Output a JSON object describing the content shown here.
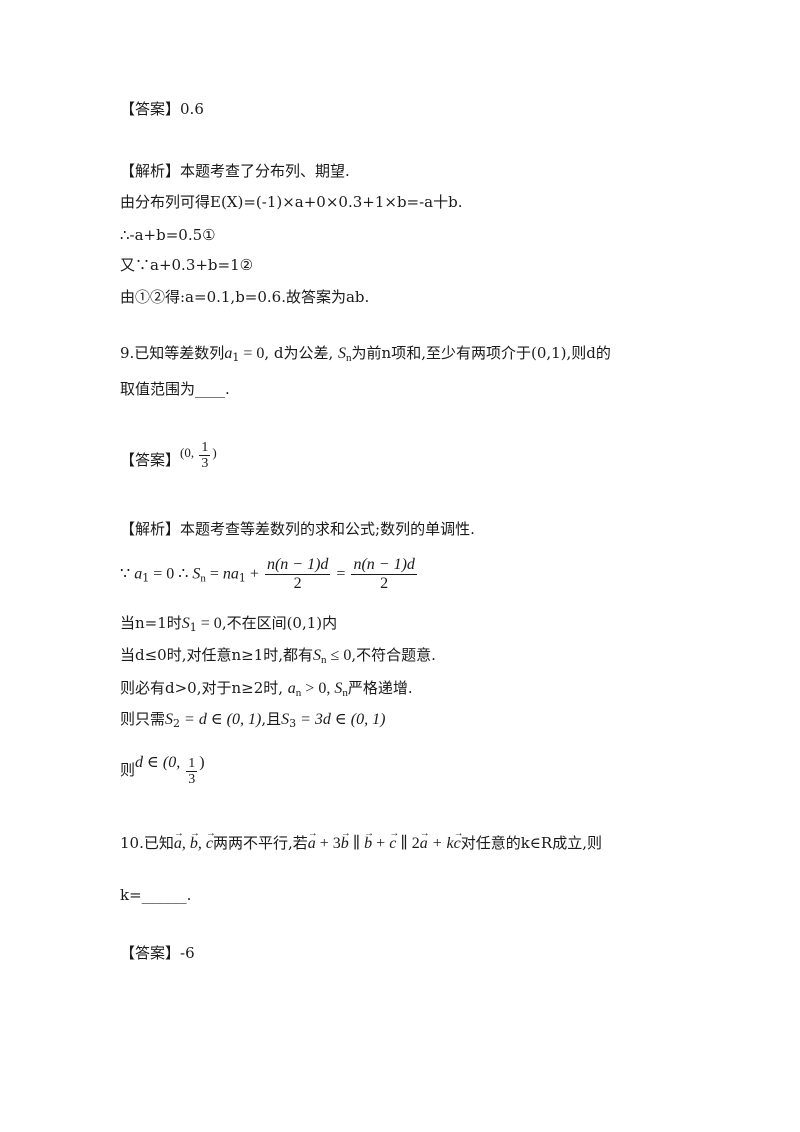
{
  "l1": {
    "label": "【答案】",
    "text": "0.6"
  },
  "l2": {
    "label": "【解析】",
    "text": "本题考查了分布列、期望."
  },
  "l3": {
    "text": "由分布列可得E(X)=(-1)×a+0×0.3+1×b=-a十b."
  },
  "l4": {
    "text": "∴-a+b=0.5①"
  },
  "l5": {
    "text": "又∵a+0.3+b=1②"
  },
  "l6": {
    "text": "由①②得:a=0.1,b=0.6.故答案为ab."
  },
  "q9": {
    "prefix": "9.已知等差数列",
    "a1": "a",
    "a1_sub": "1",
    "a1_eq": " = 0",
    "mid1": ", d为公差, ",
    "sn": "S",
    "sn_sub": "n",
    "mid2": "为前n项和,至少有两项介于(0,1),则d的",
    "line2": "取值范围为____."
  },
  "ans9": {
    "label": "【答案】",
    "open": "(0, ",
    "num": "1",
    "den": "3",
    "close": ")"
  },
  "sol9": {
    "label": "【解析】",
    "text": "本题考查等差数列的求和公式;数列的单调性.",
    "f1": {
      "because": "∵ ",
      "a": "a",
      "a_sub": "1",
      "eq0": " = 0 ∴ ",
      "s": "S",
      "s_sub": "n",
      "eq": " = ",
      "na": "na",
      "na_sub": "1",
      "plus": " + ",
      "num1": "n(n − 1)d",
      "den1": "2",
      "eq2": " = ",
      "num2": "n(n − 1)d",
      "den2": "2"
    },
    "l2": {
      "pre": "当n=1时",
      "s": "S",
      "sub": "1",
      "eq": " = 0",
      "post": ",不在区间(0,1)内"
    },
    "l3": {
      "pre": "当d≤0时,对任意n≥1时,都有",
      "s": "S",
      "sub": "n",
      "eq": " ≤ 0",
      "post": ",不符合题意."
    },
    "l4": {
      "pre": "则必有d>0,对于n≥2时, ",
      "a": "a",
      "a_sub": "n",
      "gt": " > 0, ",
      "s": "S",
      "s_sub": "n",
      "post": "严格递增."
    },
    "l5": {
      "pre": "则只需",
      "s2": "S",
      "s2_sub": "2",
      "eq2": " = d ∈ (0, 1)",
      "mid": ",且",
      "s3": "S",
      "s3_sub": "3",
      "eq3": " = 3d ∈ (0, 1)"
    },
    "l6": {
      "pre": "则",
      "d": "d ∈ (0, ",
      "num": "1",
      "den": "3",
      "close": ")"
    }
  },
  "q10": {
    "prefix": "10.已知",
    "va": "a",
    "vb": "b",
    "vc": "c",
    "mid": "两两不平行,若",
    "e1a": "a",
    "e1plus": " + 3",
    "e1b": "b",
    "par1": " ∥ ",
    "e2b": "b",
    "e2plus": " + ",
    "e2c": "c",
    "par2": " ∥ 2",
    "e3a": "a",
    "e3plus": " + k",
    "e3c": "c",
    "post": "对任意的k∈R成立,则",
    "line2": "k=______."
  },
  "ans10": {
    "label": "【答案】",
    "text": "-6"
  }
}
